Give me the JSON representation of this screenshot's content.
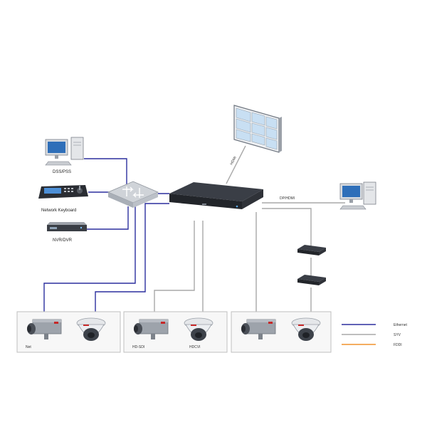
{
  "labels": {
    "dss_pss": "DSS/PSS",
    "network_keyboard": "Network Keyboard",
    "nvr_dvr": "NVR/DVR",
    "hdmi": "HDMI",
    "dp_hdmi": "DP/HDMI",
    "net": "Net",
    "hd_sdi": "HD-SDI",
    "hdcvi": "HDCVI"
  },
  "legend": [
    {
      "label": "Ethernet",
      "color": "#2b2f9e"
    },
    {
      "label": "SYV",
      "color": "#a9a9a9"
    },
    {
      "label": "FDDI",
      "color": "#f0922b"
    }
  ],
  "colors": {
    "ethernet": "#2b2f9e",
    "syv": "#a9a9a9",
    "fddi": "#f0922b",
    "device_dark": "#2a2d33",
    "panel_border": "#bfbfbf",
    "panel_bg": "#f7f7f7"
  }
}
